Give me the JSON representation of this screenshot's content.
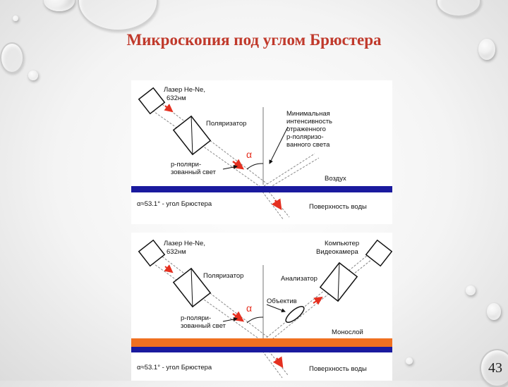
{
  "slide": {
    "title": "Микроскопия под углом Брюстера",
    "page_number": "43"
  },
  "top_diagram": {
    "laser_line1": "Лазер He-Ne,",
    "laser_line2": "632нм",
    "polarizer": "Поляризатор",
    "min_intensity": [
      "Минимальная",
      "интенсивность",
      "отраженного",
      "р-поляризо-",
      "ванного света"
    ],
    "alpha": "α",
    "p_polarized": [
      "р-поляри-",
      "зованный свет"
    ],
    "air": "Воздух",
    "brewster_angle": "α≈53.1° - угол Брюстера",
    "water_surface": "Поверхность воды"
  },
  "bottom_diagram": {
    "laser_line1": "Лазер He-Ne,",
    "laser_line2": "632нм",
    "polarizer": "Поляризатор",
    "computer_line1": "Компьютер",
    "computer_line2": "Видеокамера",
    "analyzer": "Анализатор",
    "objective": "Объектив",
    "alpha": "α",
    "p_polarized": [
      "р-поляри-",
      "зованный свет"
    ],
    "monolayer": "Монослой",
    "brewster_angle": "α≈53.1° - угол Брюстера",
    "water_surface": "Поверхность воды"
  },
  "colors": {
    "title": "#c0392b",
    "water_band": "#1a1a9e",
    "monolayer_band": "#f07020",
    "arrow": "#e53020"
  }
}
